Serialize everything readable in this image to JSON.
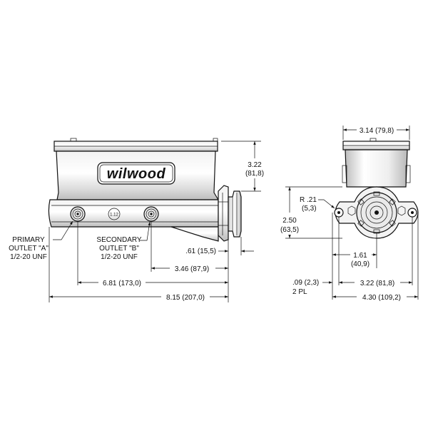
{
  "logo": {
    "text": "wilwood"
  },
  "labels": {
    "primary_outlet": [
      "PRIMARY",
      "OUTLET \"A\"",
      "1/2-20 UNF"
    ],
    "secondary_outlet": [
      "SECONDARY",
      "OUTLET \"B\"",
      "1/2-20 UNF"
    ],
    "boss_marking": "1.12"
  },
  "dimensions": {
    "height": [
      "3.22",
      "(81,8)"
    ],
    "flange_offset": ".61 (15,5)",
    "outlet_b": "3.46 (87,9)",
    "outlet_a": "6.81 (173,0)",
    "overall_length": "8.15 (207,0)",
    "top_width": "3.14 (79,8)",
    "radius": [
      "R .21",
      "(5,3)"
    ],
    "flange_height": [
      "2.50",
      "(63,5)"
    ],
    "center_offset": [
      "1.61",
      "(40,9)"
    ],
    "hole_spacing": "3.22 (81,8)",
    "thickness": [
      ".09 (2,3)",
      "2 PL"
    ],
    "flange_width": "4.30 (109,2)"
  }
}
